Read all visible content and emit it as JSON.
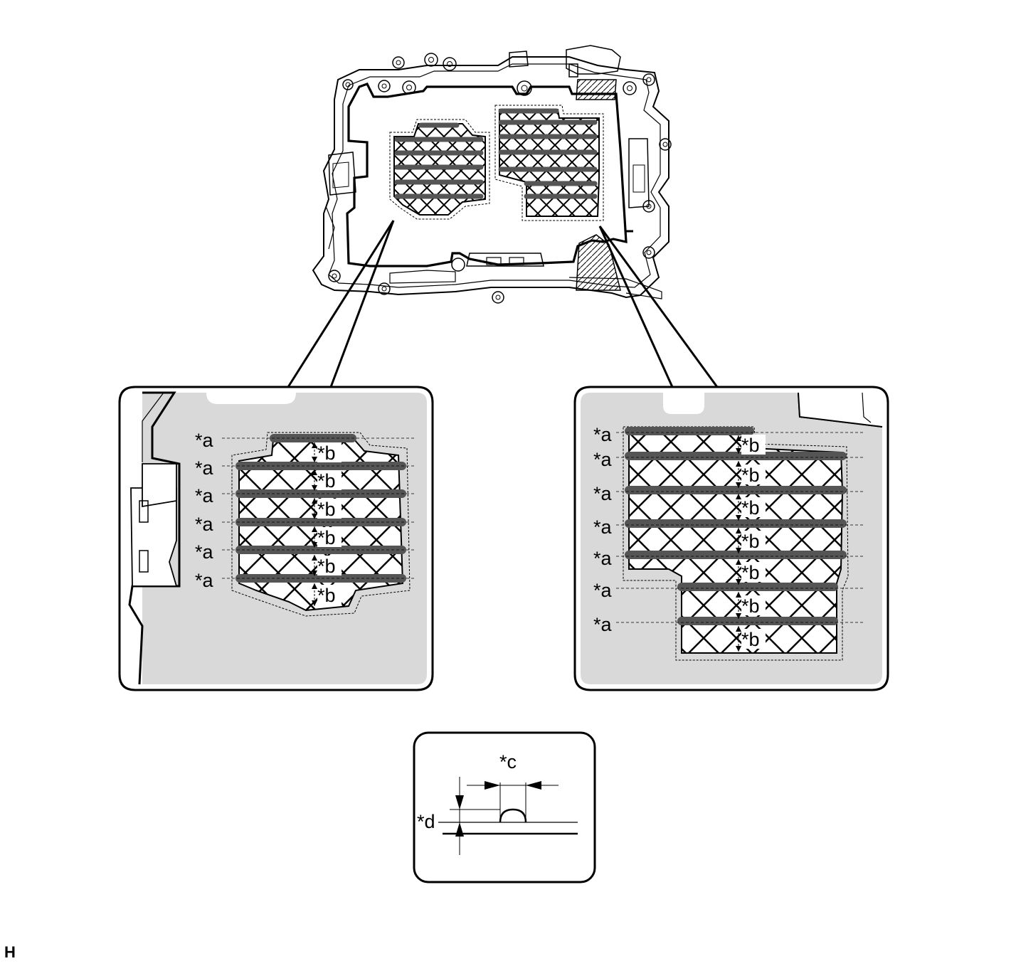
{
  "callouts": {
    "a": "*a",
    "b": "*b",
    "c": "*c",
    "d": "*d"
  },
  "corner_mark": "H",
  "colors": {
    "bead": "#555555",
    "panel_fill": "#d9d9d9",
    "line": "#000000"
  },
  "left_detail": {
    "a_count": 6,
    "b_count": 6
  },
  "right_detail": {
    "a_count": 7,
    "b_count": 7
  }
}
